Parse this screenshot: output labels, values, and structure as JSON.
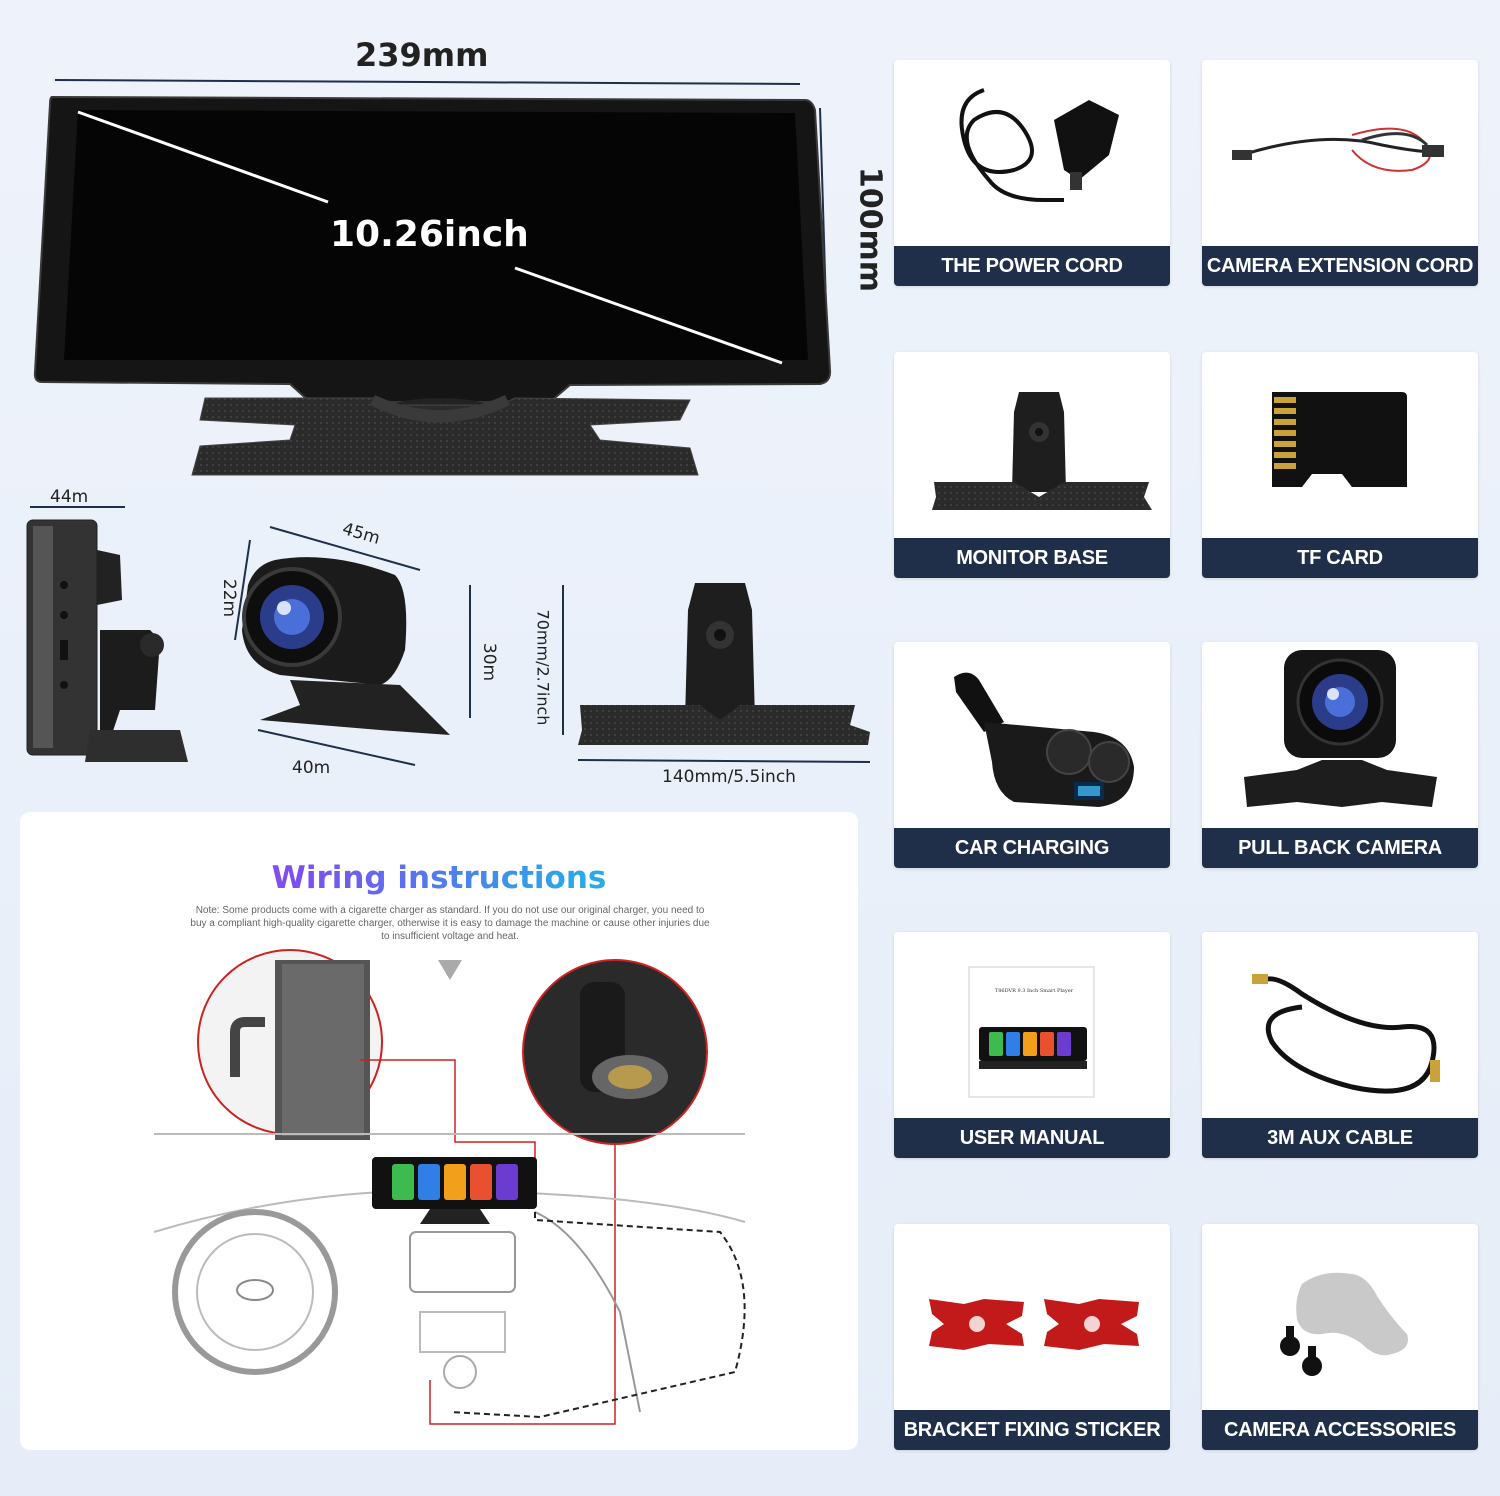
{
  "dimensions": {
    "width_main": "239mm",
    "height_main": "100mm",
    "diagonal": "10.26inch",
    "side_depth": "44m",
    "camera_top": "45m",
    "camera_left": "22m",
    "camera_right": "30m",
    "camera_bottom": "40m",
    "base_height": "70mm/2.7inch",
    "base_width": "140mm/5.5inch"
  },
  "wiring": {
    "title": "Wiring instructions",
    "note": "Note: Some products come with a cigarette charger as standard. If you do not use our original charger, you need to buy a compliant high-quality cigarette charger, otherwise it is easy to damage the machine or cause other injuries due to insufficient voltage and heat."
  },
  "accessories": [
    {
      "label": "THE POWER CORD"
    },
    {
      "label": "CAMERA EXTENSION CORD"
    },
    {
      "label": "MONITOR BASE"
    },
    {
      "label": "TF CARD"
    },
    {
      "label": "CAR CHARGING"
    },
    {
      "label": "PULL BACK CAMERA"
    },
    {
      "label": "USER MANUAL"
    },
    {
      "label": "3M AUX CABLE"
    },
    {
      "label": "BRACKET FIXING STICKER"
    },
    {
      "label": "CAMERA ACCESSORIES"
    }
  ],
  "manual_cover_text": "T86DVR 9.3 Inch Smart Player",
  "colors": {
    "label_bar": "#1f2f4a",
    "background": "#e9eff9"
  }
}
